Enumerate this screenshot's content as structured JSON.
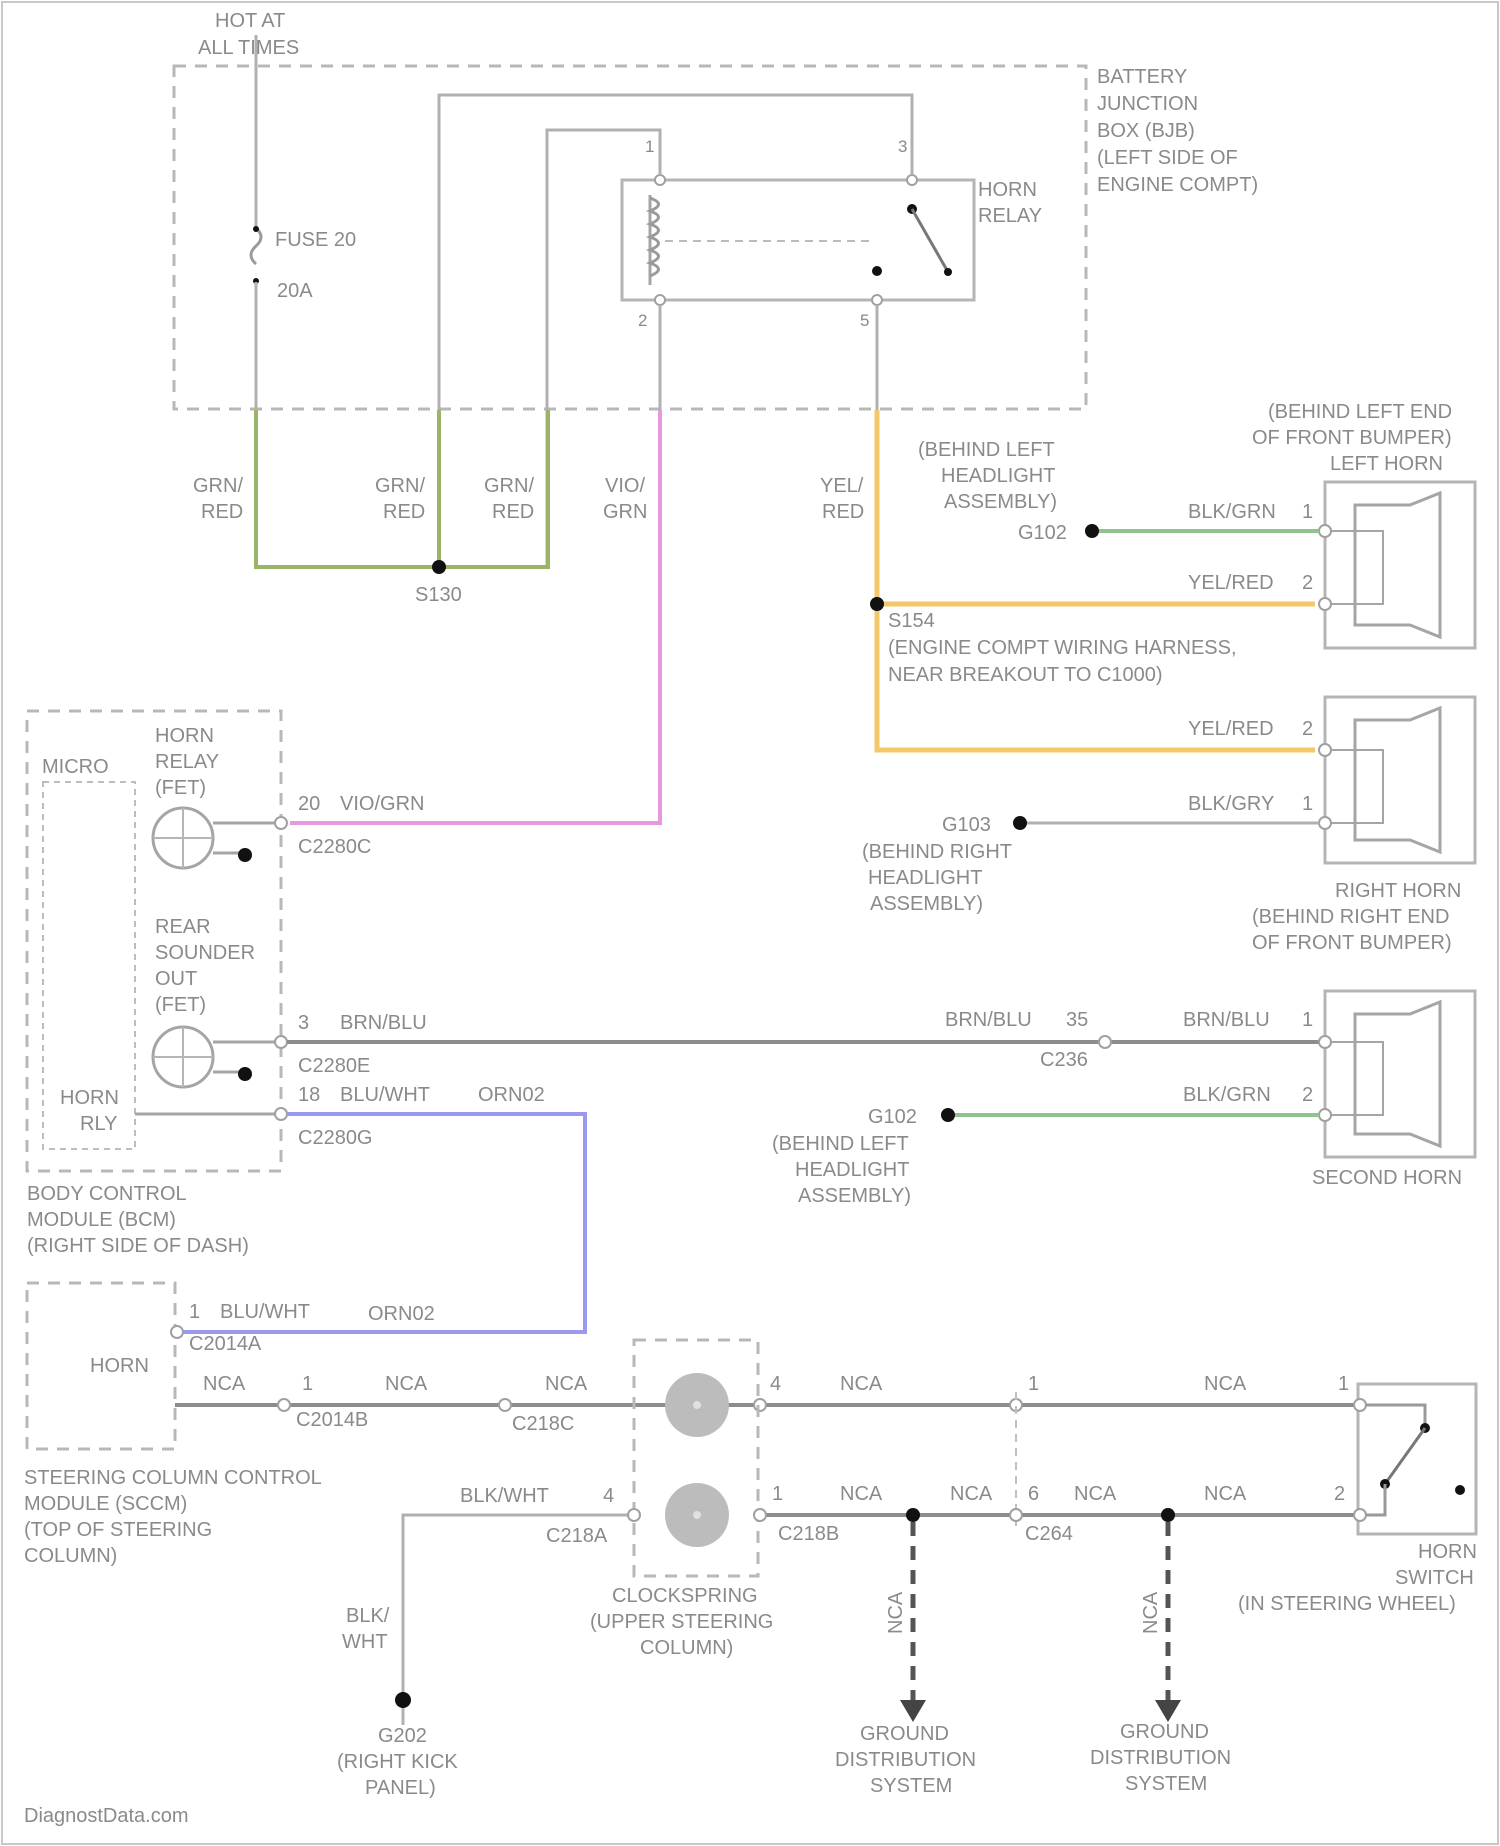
{
  "battery_junction_box": {
    "power_label": [
      "HOT AT",
      "ALL TIMES"
    ],
    "fuse_name": "FUSE 20",
    "fuse_rating": "20A",
    "label": [
      "BATTERY",
      "JUNCTION",
      "BOX (BJB)",
      "(LEFT SIDE OF",
      "ENGINE COMPT)"
    ],
    "relay_label": [
      "HORN",
      "RELAY"
    ],
    "pins": {
      "p1": "1",
      "p2": "2",
      "p3": "3",
      "p5": "5"
    }
  },
  "wires_top": {
    "grn_red_1": [
      "GRN/",
      "RED"
    ],
    "grn_red_2": [
      "GRN/",
      "RED"
    ],
    "grn_red_3": [
      "GRN/",
      "RED"
    ],
    "vio_grn": [
      "VIO/",
      "GRN"
    ],
    "yel_red": [
      "YEL/",
      "RED"
    ],
    "splice_s130": "S130"
  },
  "left_horn": {
    "location": [
      "(BEHIND LEFT END",
      "OF FRONT BUMPER)",
      "LEFT HORN"
    ],
    "ground_loc": [
      "(BEHIND LEFT",
      "HEADLIGHT",
      "ASSEMBLY)"
    ],
    "ground": "G102",
    "wire1": "BLK/GRN",
    "pin1": "1",
    "wire2": "YEL/RED",
    "pin2": "2"
  },
  "splice_s154": {
    "name": "S154",
    "desc": [
      "(ENGINE COMPT WIRING HARNESS,",
      "NEAR BREAKOUT TO C1000)"
    ]
  },
  "right_horn": {
    "wire2": "YEL/RED",
    "pin2": "2",
    "wire1": "BLK/GRY",
    "pin1": "1",
    "ground": "G103",
    "ground_loc": [
      "(BEHIND RIGHT",
      "HEADLIGHT",
      "ASSEMBLY)"
    ],
    "label": [
      "RIGHT HORN",
      "(BEHIND RIGHT END",
      "OF FRONT BUMPER)"
    ]
  },
  "bcm": {
    "micro": "MICRO",
    "horn_relay_fet": [
      "HORN",
      "RELAY",
      "(FET)"
    ],
    "rear_sounder_fet": [
      "REAR",
      "SOUNDER",
      "OUT",
      "(FET)"
    ],
    "horn_rly": [
      "HORN",
      "RLY"
    ],
    "pin_20": "20",
    "wire_vio_grn": "VIO/GRN",
    "conn_c2280c": "C2280C",
    "pin_3": "3",
    "wire_brn_blu": "BRN/BLU",
    "conn_c2280e": "C2280E",
    "pin_18": "18",
    "wire_blu_wht": "BLU/WHT",
    "orn_note": "ORN02",
    "conn_c2280g": "C2280G",
    "label": [
      "BODY CONTROL",
      "MODULE (BCM)",
      "(RIGHT SIDE OF DASH)"
    ]
  },
  "second_horn": {
    "wire_mid": "BRN/BLU",
    "pin_mid": "35",
    "conn": "C236",
    "wire1": "BRN/BLU",
    "pin1": "1",
    "wire2": "BLK/GRN",
    "pin2": "2",
    "ground": "G102",
    "ground_loc": [
      "(BEHIND LEFT",
      "HEADLIGHT",
      "ASSEMBLY)"
    ],
    "label": "SECOND HORN"
  },
  "sccm": {
    "pin_1": "1",
    "wire_blu_wht": "BLU/WHT",
    "orn_note": "ORN02",
    "conn_c2014a": "C2014A",
    "horn": "HORN",
    "nca_1": "NCA",
    "pin_c": "1",
    "conn_c2014b": "C2014B",
    "nca_2": "NCA",
    "nca_3": "NCA",
    "conn_c218c": "C218C",
    "label": [
      "STEERING COLUMN CONTROL",
      "MODULE (SCCM)",
      "(TOP OF STEERING",
      "COLUMN)"
    ]
  },
  "clockspring": {
    "pin4_l": "4",
    "nca_r1": "NCA",
    "pin1_r": "1",
    "nca_r2": "NCA",
    "pin1_sw": "1",
    "wire_blk_wht": "BLK/WHT",
    "pin_4": "4",
    "conn_c218a": "C218A",
    "pin1_b": "1",
    "nca_b1": "NCA",
    "conn_c218b": "C218B",
    "nca_b2": "NCA",
    "pin6": "6",
    "conn_c264": "C264",
    "nca_b3": "NCA",
    "nca_b4": "NCA",
    "pin2_sw": "2",
    "label": [
      "CLOCKSPRING",
      "(UPPER STEERING",
      "COLUMN)"
    ]
  },
  "grounds": {
    "g202_wire": [
      "BLK/",
      "WHT"
    ],
    "g202": [
      "G202",
      "(RIGHT KICK",
      "PANEL)"
    ],
    "nca_v1": "NCA",
    "nca_v2": "NCA",
    "gds_1": [
      "GROUND",
      "DISTRIBUTION",
      "SYSTEM"
    ],
    "gds_2": [
      "GROUND",
      "DISTRIBUTION",
      "SYSTEM"
    ]
  },
  "horn_switch": {
    "label": [
      "HORN",
      "SWITCH",
      "(IN STEERING WHEEL)"
    ]
  },
  "watermark": "DiagnostData.com"
}
